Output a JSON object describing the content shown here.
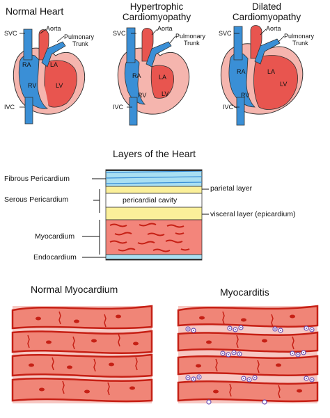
{
  "hearts": [
    {
      "title": "Normal Heart",
      "svc": "SVC",
      "ivc": "IVC",
      "aorta": "Aorta",
      "pulmonary": "Pulmonary",
      "trunk": "Trunk",
      "ra": "RA",
      "la": "LA",
      "rv": "RV",
      "lv": "LV"
    },
    {
      "title_line1": "Hypertrophic",
      "title_line2": "Cardiomyopathy",
      "svc": "SVC",
      "ivc": "IVC",
      "aorta": "Aorta",
      "pulmonary": "Pulmonary",
      "trunk": "Trunk",
      "ra": "RA",
      "la": "LA",
      "rv": "RV",
      "lv": "LV"
    },
    {
      "title_line1": "Dilated",
      "title_line2": "Cardiomyopathy",
      "svc": "SVC",
      "ivc": "IVC",
      "aorta": "Aorta",
      "pulmonary": "Pulmonary",
      "trunk": "Trunk",
      "ra": "RA",
      "la": "LA",
      "rv": "RV",
      "lv": "LV"
    }
  ],
  "layers": {
    "title": "Layers of the Heart",
    "fibrous": "Fibrous Pericardium",
    "serous": "Serous Pericardium",
    "parietal": "parietal layer",
    "cavity": "pericardial cavity",
    "visceral": "visceral layer (epicardium)",
    "myocardium": "Myocardium",
    "endocardium": "Endocardium"
  },
  "tissue": {
    "normal_title": "Normal Myocardium",
    "myocarditis_title": "Myocarditis"
  },
  "colors": {
    "blue": "#3a8fd6",
    "red": "#e8554f",
    "light_red": "#f5b5ae",
    "yellow": "#fbf09a",
    "cyan": "#a9dff2",
    "salmon": "#f3857b",
    "dark_red": "#c62015",
    "purple": "#6b4fb3"
  }
}
